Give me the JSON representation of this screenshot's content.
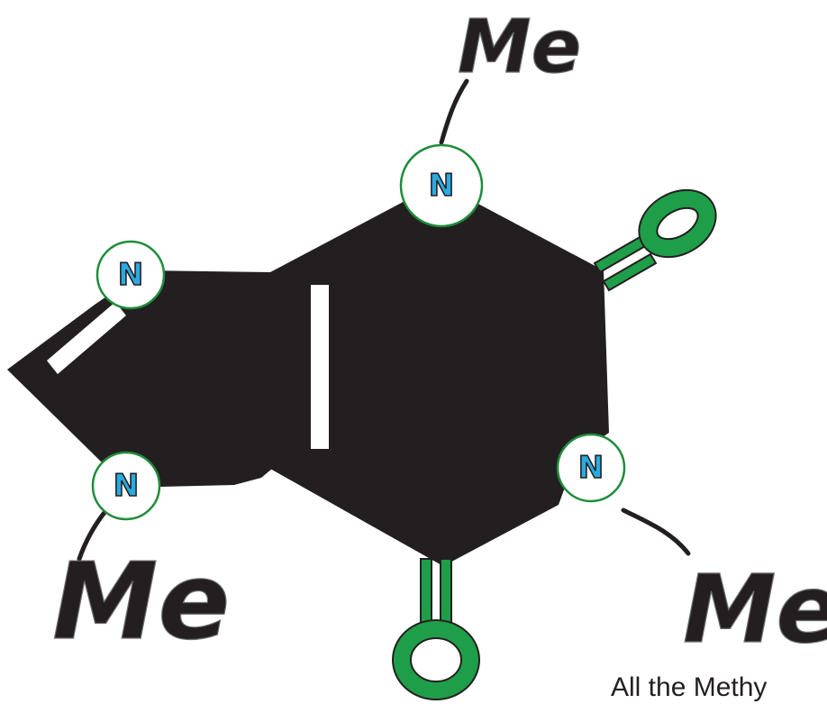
{
  "atoms": {
    "nitrogen_label": "N",
    "methyl_label": "Me"
  },
  "caption": "All the Methy",
  "colors": {
    "skeleton": "#231f20",
    "oxygen": "#1e9e48",
    "nitrogen_text": "#29abe2",
    "nitrogen_ring": "#1e8c3a"
  }
}
